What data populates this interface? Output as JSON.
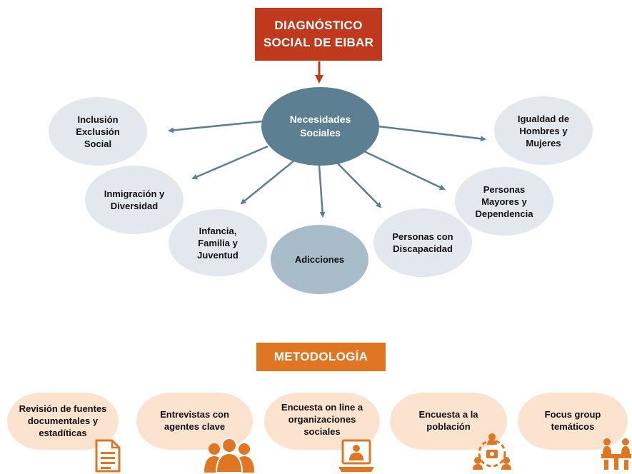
{
  "title": "DIAGNÓSTICO\nSOCIAL DE EIBAR",
  "center_node": "Necesidades\nSociales",
  "nodes": {
    "inclusion": "Inclusión\nExclusión\nSocial",
    "inmigracion": "Inmigración y\nDiversidad",
    "infancia": "Infancia,\nFamilia y\nJuventud",
    "adicciones": "Adicciones",
    "discapacidad": "Personas con\nDiscapacidad",
    "mayores": "Personas\nMayores y\nDependencia",
    "igualdad": "Igualdad de\nHombres y\nMujeres"
  },
  "methodology_title": "METODOLOGÍA",
  "methods": [
    {
      "label": "Revisión de fuentes\ndocumentales y\nestadíticas",
      "icon": "document-icon"
    },
    {
      "label": "Entrevistas con\nagentes clave",
      "icon": "people-group-icon"
    },
    {
      "label": "Encuesta on line a\norganizaciones\nsociales",
      "icon": "laptop-user-icon"
    },
    {
      "label": "Encuesta a la\npoblación",
      "icon": "phone-network-icon"
    },
    {
      "label": "Focus group\ntemáticos",
      "icon": "meeting-table-icon"
    }
  ],
  "colors": {
    "title_bg": "#c0391d",
    "center_bg": "#5c7f91",
    "node_light": "#e2e8ee",
    "node_mid": "#a9bcc9",
    "arrow": "#5c7f91",
    "method_title_bg": "#e07622",
    "method_pill": "#fbe3d0",
    "icon": "#e07622"
  }
}
